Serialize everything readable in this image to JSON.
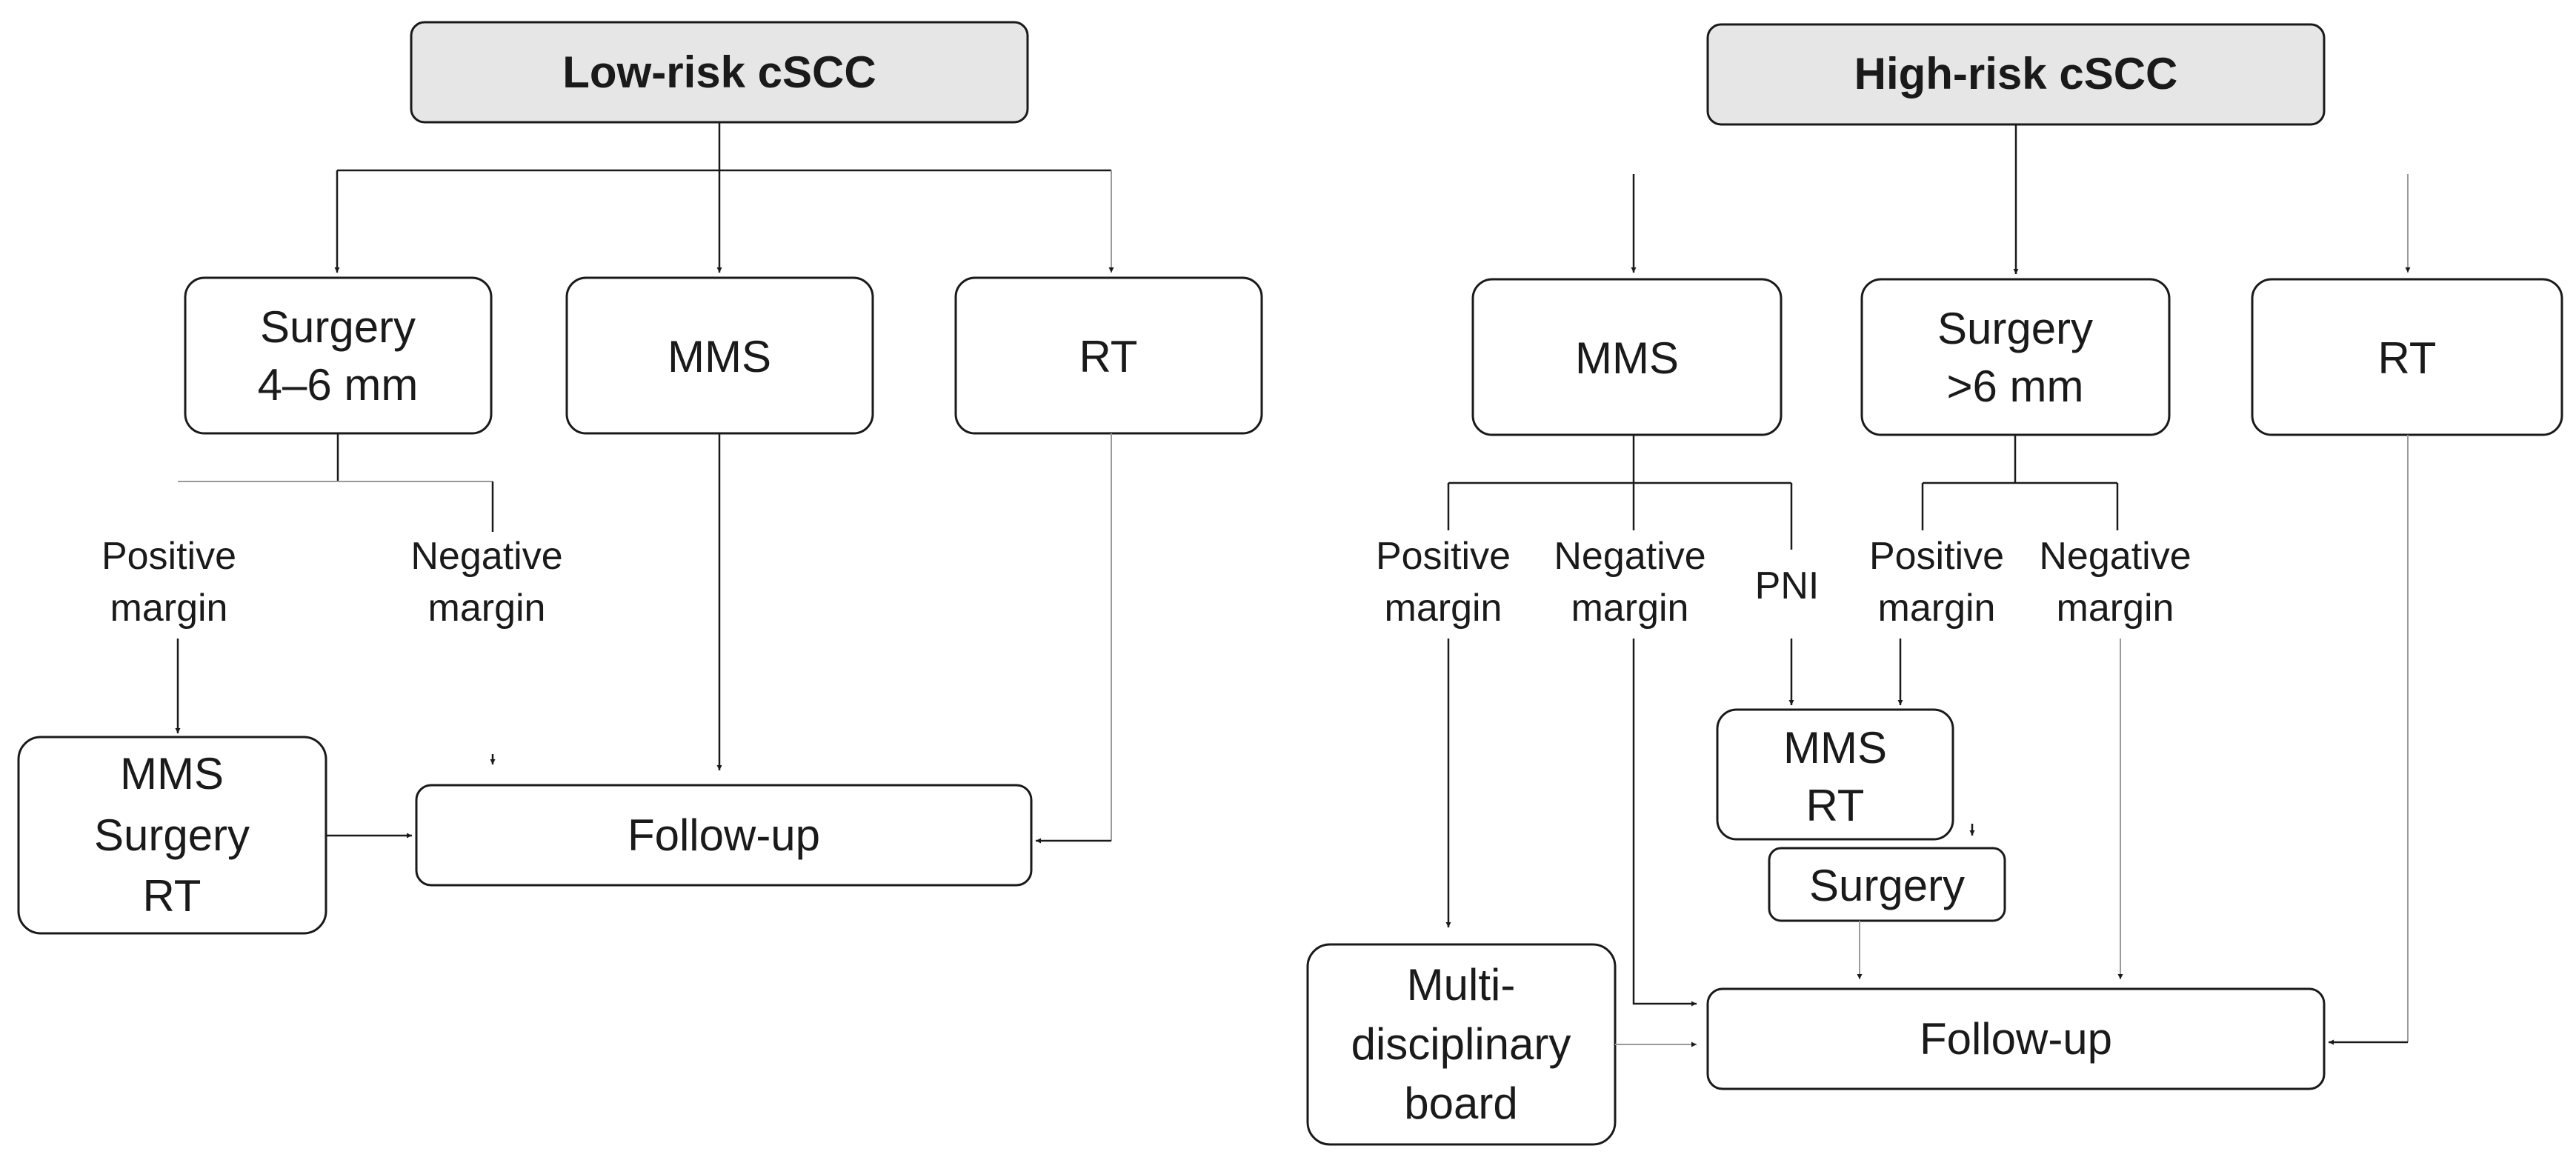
{
  "low_risk": {
    "title": "Low-risk cSCC",
    "surgery": [
      "Surgery",
      "4–6 mm"
    ],
    "mms": "MMS",
    "rt": "RT",
    "positive_margin": [
      "Positive",
      "margin"
    ],
    "negative_margin": [
      "Negative",
      "margin"
    ],
    "reexcision": [
      "MMS",
      "Surgery",
      "RT"
    ],
    "follow_up": "Follow-up"
  },
  "high_risk": {
    "title": "High-risk cSCC",
    "mms": "MMS",
    "surgery": [
      "Surgery",
      ">6 mm"
    ],
    "rt": "RT",
    "mms_positive_margin": [
      "Positive",
      "margin"
    ],
    "mms_negative_margin": [
      "Negative",
      "margin"
    ],
    "pni": "PNI",
    "surgery_positive_margin": [
      "Positive",
      "margin"
    ],
    "surgery_negative_margin": [
      "Negative",
      "margin"
    ],
    "mms_rt": [
      "MMS",
      "RT"
    ],
    "surgery_after": "Surgery",
    "board": [
      "Multi-",
      "disciplinary",
      "board"
    ],
    "follow_up": "Follow-up"
  }
}
